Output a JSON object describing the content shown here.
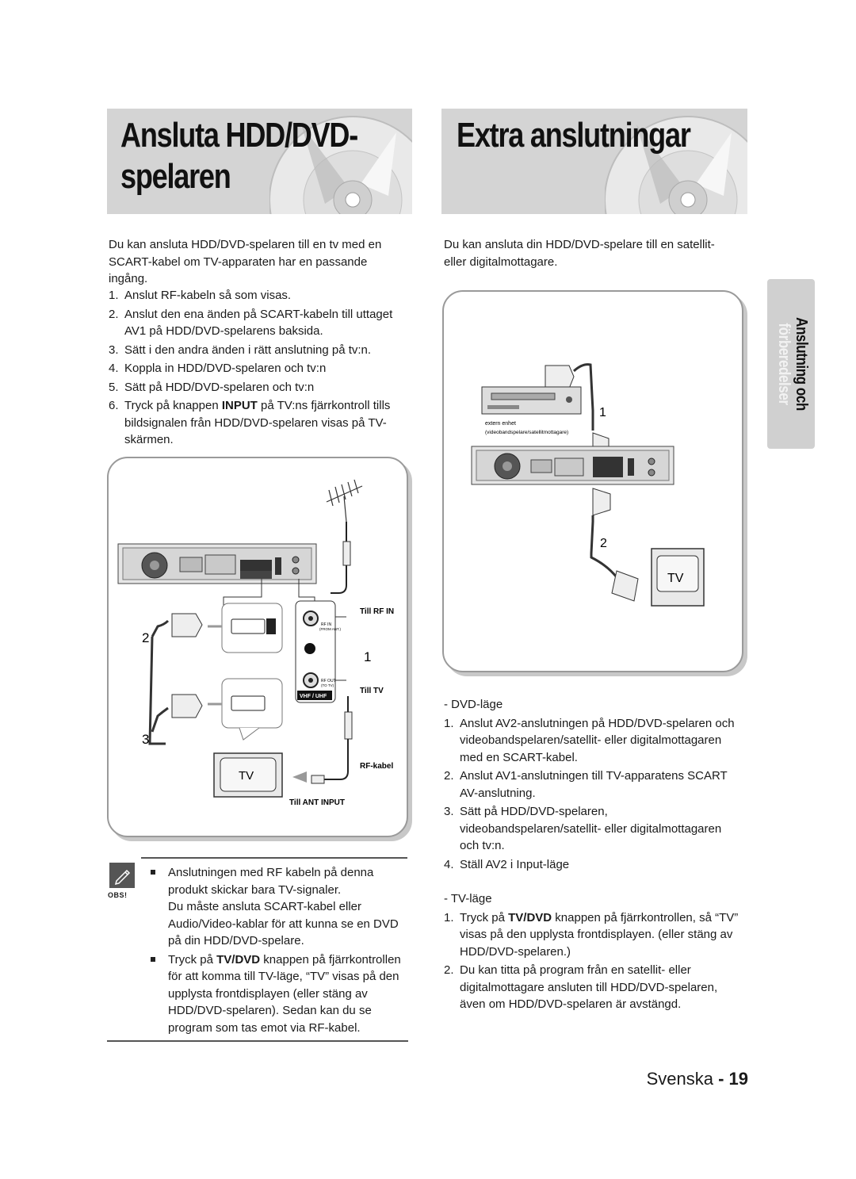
{
  "left_title": {
    "line1": "Ansluta HDD/DVD-",
    "line2": "spelaren"
  },
  "right_title": {
    "line1": "Extra anslutningar"
  },
  "side_tab": {
    "line1": "Anslutning och",
    "line2": "förberedelser"
  },
  "left_intro": "Du kan ansluta HDD/DVD-spelaren till en tv med en SCART-kabel om TV-apparaten har en passande ingång.",
  "left_steps": [
    {
      "n": "1.",
      "text": "Anslut RF-kabeln så som visas."
    },
    {
      "n": "2.",
      "text": "Anslut den ena änden på SCART-kabeln till uttaget AV1 på HDD/DVD-spelarens baksida."
    },
    {
      "n": "3.",
      "text": "Sätt i den andra änden i rätt anslutning på tv:n."
    },
    {
      "n": "4.",
      "text": "Koppla in HDD/DVD-spelaren och tv:n"
    },
    {
      "n": "5.",
      "text": "Sätt på HDD/DVD-spelaren och tv:n"
    },
    {
      "n": "6.",
      "pre": "Tryck på knappen ",
      "bold": "INPUT",
      "post": " på TV:ns fjärrkontroll tills bildsignalen från HDD/DVD-spelaren visas på TV-skärmen."
    }
  ],
  "left_diagram": {
    "label_2": "2",
    "label_3": "3",
    "label_1": "1",
    "till_rf_in": "Till RF IN",
    "till_tv": "Till TV",
    "rf_kabel": "RF-kabel",
    "till_ant_input": "Till ANT INPUT",
    "tv": "TV",
    "rf_in": "RF IN",
    "from_ant": "(FROM ANT.)",
    "rf_out": "RF OUT",
    "to_tv": "(TO TV)",
    "vhf_uhf": "VHF / UHF"
  },
  "obs": {
    "label": "OBS!",
    "bullets": [
      {
        "lines": [
          "Anslutningen med RF kabeln på denna produkt skickar bara TV-signaler.",
          "Du måste ansluta SCART-kabel eller Audio/Video-kablar för att kunna se en DVD på din HDD/DVD-spelare."
        ]
      },
      {
        "pre": "Tryck på ",
        "bold": "TV/DVD",
        "post": " knappen på fjärrkontrollen för att komma till TV-läge, “TV” visas på den upplysta frontdisplayen (eller stäng av HDD/DVD-spelaren). Sedan kan du se program som tas emot via RF-kabel."
      }
    ]
  },
  "right_intro": "Du kan ansluta din HDD/DVD-spelare till en satellit- eller digitalmottagare.",
  "right_diagram": {
    "label_1": "1",
    "label_2": "2",
    "tv": "TV",
    "extern_line1": "extern enhet",
    "extern_line2": "(videobandspelare/satellitmottagare)"
  },
  "dvd_mode": {
    "heading": "- DVD-läge",
    "steps": [
      {
        "n": "1.",
        "text": "Anslut AV2-anslutningen på HDD/DVD-spelaren och videobandspelaren/satellit- eller digitalmottagaren med en SCART-kabel."
      },
      {
        "n": "2.",
        "text": "Anslut AV1-anslutningen till TV-apparatens SCART AV-anslutning."
      },
      {
        "n": "3.",
        "text": "Sätt på HDD/DVD-spelaren, videobandspelaren/satellit- eller digitalmottagaren och tv:n."
      },
      {
        "n": "4.",
        "text": "Ställ AV2 i Input-läge"
      }
    ]
  },
  "tv_mode": {
    "heading": "- TV-läge",
    "steps": [
      {
        "n": "1.",
        "pre": "Tryck på ",
        "bold": "TV/DVD",
        "post": " knappen på fjärrkontrollen, så “TV” visas på den upplysta frontdisplayen. (eller stäng av HDD/DVD-spelaren.)"
      },
      {
        "n": "2.",
        "text": "Du kan titta på program från en satellit- eller digitalmottagare ansluten till HDD/DVD-spelaren, även om HDD/DVD-spelaren är avstängd."
      }
    ]
  },
  "footer": {
    "language": "Svenska",
    "separator": " - ",
    "page": "19"
  }
}
